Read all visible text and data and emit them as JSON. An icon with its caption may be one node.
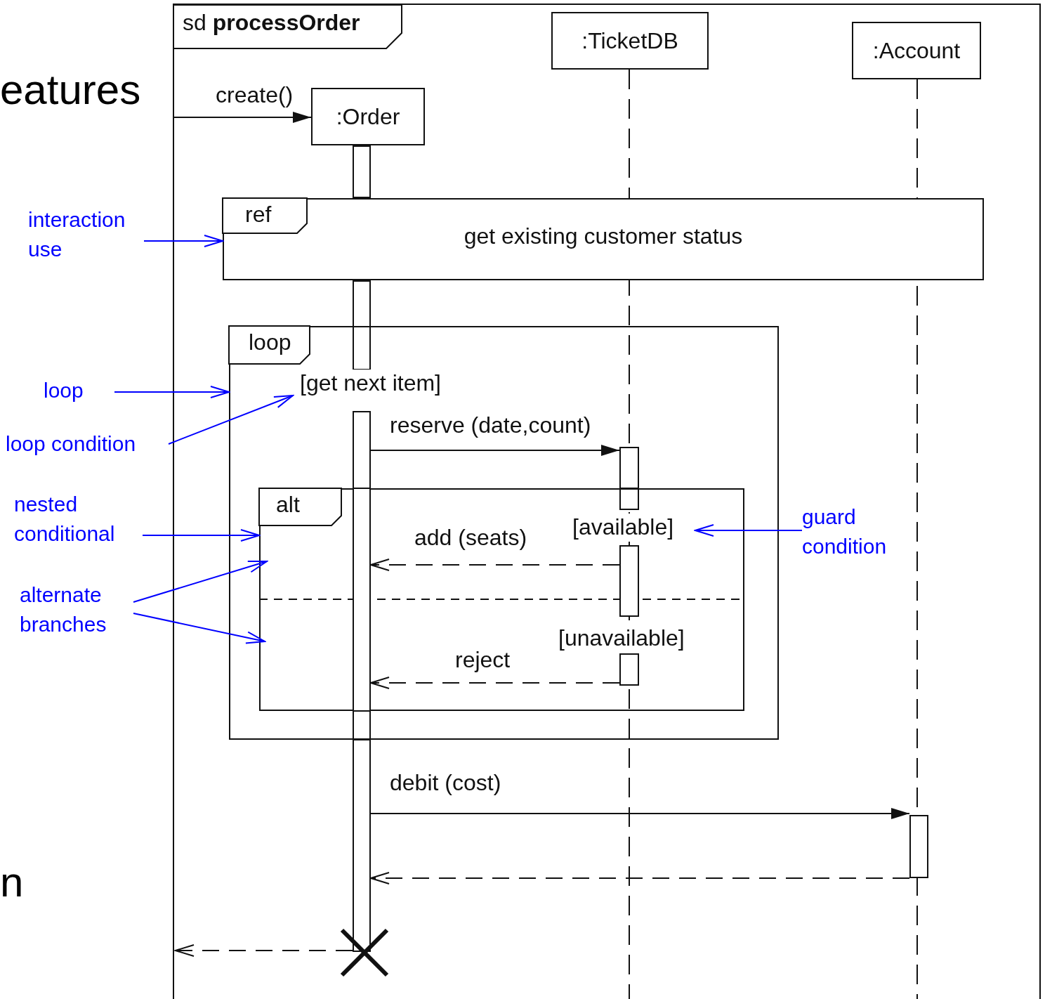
{
  "diagram": {
    "nodes": [
      {
        "text": [
          "sd **processOrder**"
        ]
      },
      {
        "text": [
          ":Order"
        ],
        "in": 0
      },
      {
        "text": [
          ":TicketDB"
        ],
        "in": 0
      },
      {
        "text": [
          ":Account"
        ],
        "in": 0
      },
      {
        "text": [
          "ref",
          "get existing customer status"
        ],
        "in": 0
      },
      {
        "text": [
          "loop",
          "[get next item]"
        ],
        "in": 0
      },
      {
        "text": [
          "alt",
          "[available]",
          "[unavailable]"
        ],
        "in": 5
      },
      {
        "text": [],
        "shape": "bar",
        "in": 5
      },
      {
        "text": [],
        "shape": "bar",
        "in": 6
      },
      {
        "text": [],
        "shape": "bar",
        "in": 0
      },
      {
        "text": [],
        "shape": "bar",
        "in": 5
      },
      {
        "text": [],
        "shape": "bar",
        "in": 6
      },
      {
        "text": [],
        "shape": "bar",
        "in": 6
      },
      {
        "text": [],
        "shape": "bar",
        "in": 0
      },
      {
        "text": [
          "interaction use"
        ]
      },
      {
        "text": [
          "loop"
        ]
      },
      {
        "text": [
          "loop condition"
        ]
      },
      {
        "text": [
          "nested conditional"
        ]
      },
      {
        "text": [
          "alternate branches"
        ]
      },
      {
        "text": [
          "guard condition"
        ],
        "in": 0
      },
      {
        "text": [],
        "shape": "bar",
        "in": 0
      },
      {
        "text": [],
        "shape": "bar",
        "in": 0
      }
    ],
    "edges": [
      {
        "from": null,
        "to": 1,
        "arrow": "to",
        "label": "create()"
      },
      {
        "from": 7,
        "to": 10,
        "arrow": "to",
        "label": "reserve (date,count)"
      },
      {
        "from": 11,
        "to": 8,
        "arrow": "to",
        "label": "add (seats)",
        "style": "dashed"
      },
      {
        "from": 12,
        "to": 8,
        "arrow": "to",
        "label": "reject",
        "style": "dashed"
      },
      {
        "from": 9,
        "to": 13,
        "arrow": "to",
        "label": "debit (cost)"
      },
      {
        "from": 13,
        "to": 9,
        "arrow": "to",
        "style": "dashed"
      },
      {
        "from": 9,
        "to": null,
        "arrow": "to",
        "style": "dashed"
      },
      {
        "from": 14,
        "to": 4,
        "arrow": "to",
        "color": "#0000ff"
      },
      {
        "from": 15,
        "to": 5,
        "arrow": "to",
        "color": "#0000ff"
      },
      {
        "from": 16,
        "to": 5,
        "arrow": "to",
        "color": "#0000ff"
      },
      {
        "from": 17,
        "to": 6,
        "arrow": "to",
        "color": "#0000ff"
      },
      {
        "from": 18,
        "to": 6,
        "arrow": "to",
        "color": "#0000ff"
      },
      {
        "from": 18,
        "to": 6,
        "arrow": "to",
        "color": "#0000ff"
      },
      {
        "from": 19,
        "to": 6,
        "arrow": "to",
        "color": "#0000ff"
      }
    ],
    "labels": [
      "eatures",
      "n"
    ]
  }
}
